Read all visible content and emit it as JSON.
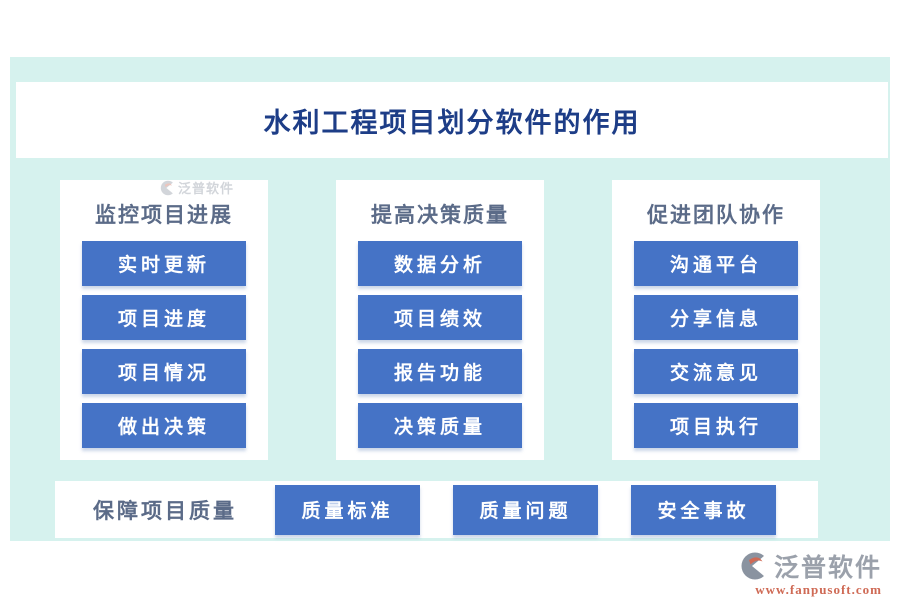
{
  "title": "水利工程项目划分软件的作用",
  "columns": [
    {
      "header": "监控项目进展",
      "buttons": [
        "实时更新",
        "项目进度",
        "项目情况",
        "做出决策"
      ]
    },
    {
      "header": "提高决策质量",
      "buttons": [
        "数据分析",
        "项目绩效",
        "报告功能",
        "决策质量"
      ]
    },
    {
      "header": "促进团队协作",
      "buttons": [
        "沟通平台",
        "分享信息",
        "交流意见",
        "项目执行"
      ]
    }
  ],
  "bottom": {
    "label": "保障项目质量",
    "buttons": [
      "质量标准",
      "质量问题",
      "安全事故"
    ]
  },
  "watermark": {
    "text": "泛普软件"
  },
  "brand": {
    "name": "泛普软件",
    "url": "www.fanpusoft.com"
  },
  "colors": {
    "mint_background": "#d6f2ee",
    "button_blue": "#4573c6",
    "title_blue": "#1d3d87",
    "header_slate": "#5b6b88",
    "brand_gray": "#9ba1ab",
    "brand_orange": "#cf6a55"
  }
}
